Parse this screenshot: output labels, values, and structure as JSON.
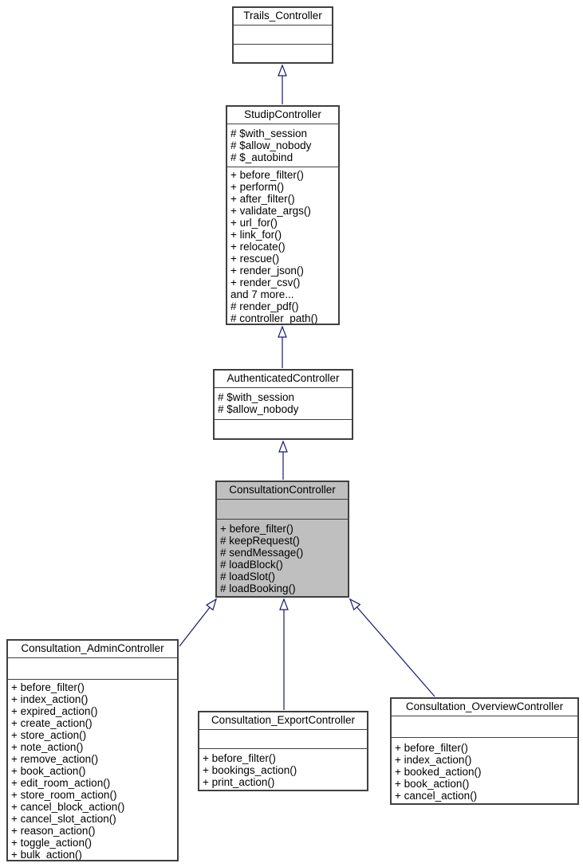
{
  "diagram": {
    "type": "uml-class-inheritance",
    "colors": {
      "background": "#ffffff",
      "edge": "#191970",
      "node_border": "#404040",
      "node_fill": "#ffffff",
      "highlight_fill": "#bfbfbf",
      "text": "#000000"
    },
    "classes": {
      "trails": {
        "title": "Trails_Controller",
        "fields": [],
        "methods": []
      },
      "studip": {
        "title": "StudipController",
        "fields": [
          "# $with_session",
          "# $allow_nobody",
          "# $_autobind"
        ],
        "methods": [
          "+ before_filter()",
          "+ perform()",
          "+ after_filter()",
          "+ validate_args()",
          "+ url_for()",
          "+ link_for()",
          "+ relocate()",
          "+ rescue()",
          "+ render_json()",
          "+ render_csv()",
          "and 7 more...",
          "# render_pdf()",
          "# controller_path()"
        ]
      },
      "authenticated": {
        "title": "AuthenticatedController",
        "fields": [
          "# $with_session",
          "# $allow_nobody"
        ],
        "methods": []
      },
      "consultation": {
        "title": "ConsultationController",
        "fields": [],
        "methods": [
          "+ before_filter()",
          "# keepRequest()",
          "# sendMessage()",
          "# loadBlock()",
          "# loadSlot()",
          "# loadBooking()"
        ]
      },
      "admin": {
        "title": "Consultation_AdminController",
        "fields": [],
        "methods": [
          "+ before_filter()",
          "+ index_action()",
          "+ expired_action()",
          "+ create_action()",
          "+ store_action()",
          "+ note_action()",
          "+ remove_action()",
          "+ book_action()",
          "+ edit_room_action()",
          "+ store_room_action()",
          "+ cancel_block_action()",
          "+ cancel_slot_action()",
          "+ reason_action()",
          "+ toggle_action()",
          "+ bulk_action()"
        ]
      },
      "export": {
        "title": "Consultation_ExportController",
        "fields": [],
        "methods": [
          "+ before_filter()",
          "+ bookings_action()",
          "+ print_action()"
        ]
      },
      "overview": {
        "title": "Consultation_OverviewController",
        "fields": [],
        "methods": [
          "+ before_filter()",
          "+ index_action()",
          "+ booked_action()",
          "+ book_action()",
          "+ cancel_action()"
        ]
      }
    },
    "edges": [
      {
        "child": "StudipController",
        "parent": "Trails_Controller",
        "type": "inheritance"
      },
      {
        "child": "AuthenticatedController",
        "parent": "StudipController",
        "type": "inheritance"
      },
      {
        "child": "ConsultationController",
        "parent": "AuthenticatedController",
        "type": "inheritance"
      },
      {
        "child": "Consultation_AdminController",
        "parent": "ConsultationController",
        "type": "inheritance"
      },
      {
        "child": "Consultation_ExportController",
        "parent": "ConsultationController",
        "type": "inheritance"
      },
      {
        "child": "Consultation_OverviewController",
        "parent": "ConsultationController",
        "type": "inheritance"
      }
    ]
  }
}
